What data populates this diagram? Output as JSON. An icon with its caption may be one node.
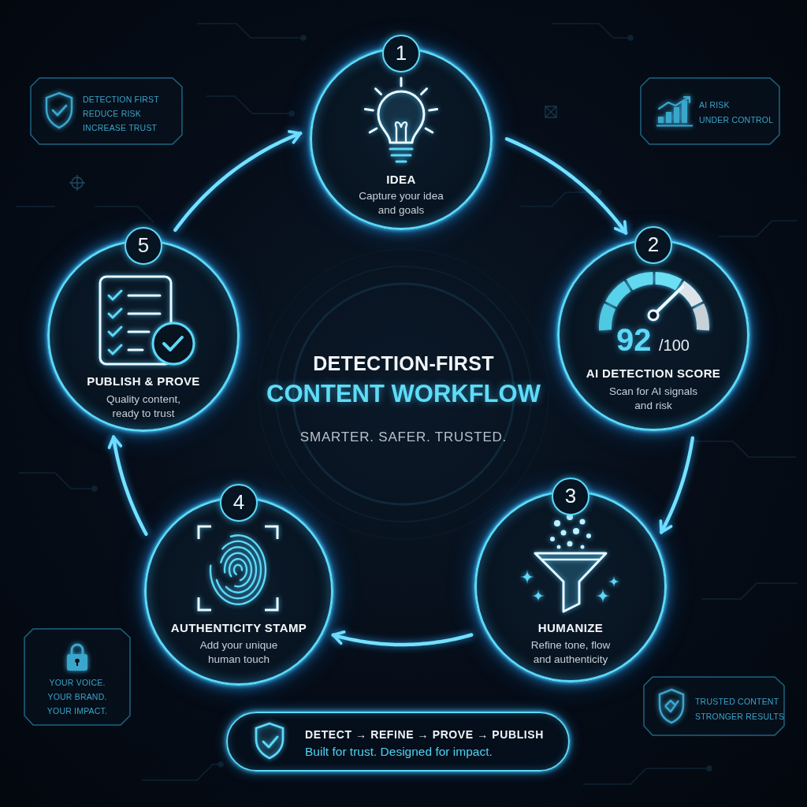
{
  "diagram": {
    "title": "DETECTION-FIRST CONTENT WORKFLOW",
    "nodes": [
      {
        "text": [
          "1",
          "IDEA",
          "Capture your idea and goals"
        ]
      },
      {
        "text": [
          "2",
          "92",
          "/100",
          "AI DETECTION SCORE",
          "Scan for AI signals and risk"
        ]
      },
      {
        "text": [
          "3",
          "HUMANIZE",
          "Refine tone, flow and authenticity"
        ]
      },
      {
        "text": [
          "4",
          "AUTHENTICITY STAMP",
          "Add your unique human touch"
        ]
      },
      {
        "text": [
          "5",
          "PUBLISH & PROVE",
          "Quality content, ready to trust"
        ]
      },
      {
        "text": [
          "DETECTION FIRST",
          "REDUCE RISK",
          "INCREASE TRUST"
        ]
      },
      {
        "text": [
          "AI RISK",
          "UNDER CONTROL"
        ]
      },
      {
        "text": [
          "YOUR VOICE.",
          "YOUR BRAND.",
          "YOUR IMPACT."
        ]
      },
      {
        "text": [
          "TRUSTED CONTENT",
          "STRONGER RESULTS"
        ]
      },
      {
        "text": [
          "DETECT → REFINE → PROVE → PUBLISH",
          "Built for trust. Designed for impact."
        ]
      }
    ],
    "edges": [
      {
        "from": 0,
        "to": 1,
        "arrow": "to"
      },
      {
        "from": 1,
        "to": 2,
        "arrow": "to"
      },
      {
        "from": 2,
        "to": 3,
        "arrow": "to"
      },
      {
        "from": 3,
        "to": 4,
        "arrow": "to"
      },
      {
        "from": 4,
        "to": 0,
        "arrow": "to"
      }
    ],
    "labels": [
      "SMARTER. SAFER. TRUSTED."
    ]
  }
}
